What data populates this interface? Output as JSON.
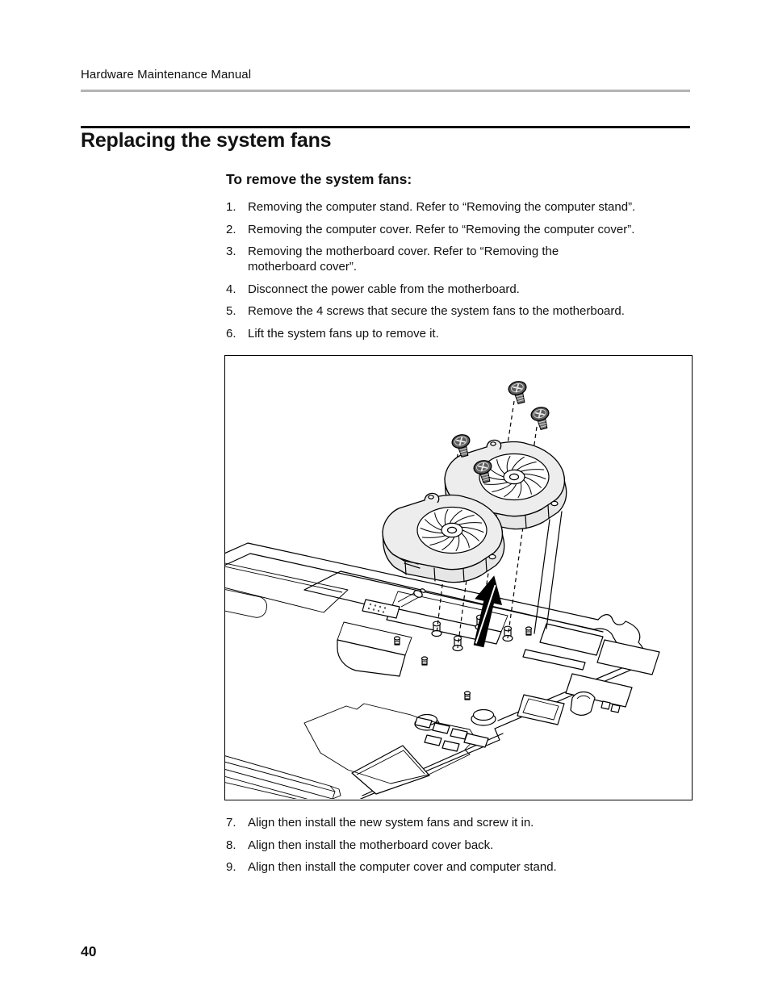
{
  "page": {
    "header": "Hardware Maintenance Manual",
    "title": "Replacing the system fans",
    "subheading": "To remove the system fans:",
    "page_number": "40"
  },
  "steps_remove": [
    {
      "num": "1.",
      "text": "Removing the computer stand. Refer to “Removing the computer stand”."
    },
    {
      "num": "2.",
      "text": "Removing the computer cover. Refer to “Removing the computer cover”."
    },
    {
      "num": "3.",
      "text": "Removing the motherboard cover. Refer to “Removing the\nmotherboard cover”."
    },
    {
      "num": "4.",
      "text": "Disconnect the power cable from the motherboard."
    },
    {
      "num": "5.",
      "text": "Remove the 4 screws that secure the system fans to the motherboard."
    },
    {
      "num": "6.",
      "text": "Lift the system fans up to remove it."
    }
  ],
  "steps_install": [
    {
      "num": "7.",
      "text": "Align then install the new system fans and screw it in."
    },
    {
      "num": "8.",
      "text": "Align then install the motherboard cover back."
    },
    {
      "num": "9.",
      "text": "Align then install the computer cover and computer stand."
    }
  ],
  "figure": {
    "description": "Exploded line drawing: two blower-type system fans lifted above the motherboard of an all-in-one computer, four mounting screws with dashed guide lines, and a black arrow indicating upward removal",
    "colors": {
      "line": "#000000",
      "fan_fill": "#e6e6e6",
      "rule_gray": "#b3b3b3",
      "arrow": "#000000"
    }
  }
}
